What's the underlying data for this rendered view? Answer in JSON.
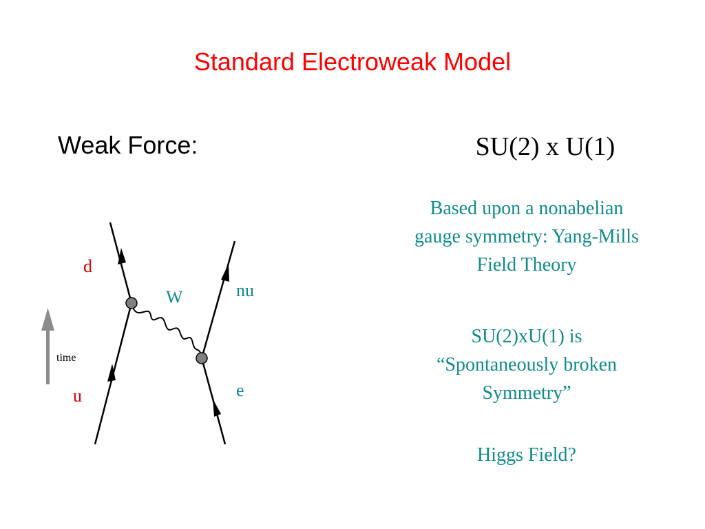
{
  "slide": {
    "title": "Standard Electroweak Model",
    "subtitle": "Weak Force:",
    "group_name": "SU(2) x U(1)",
    "notes": [
      {
        "lines": [
          "Based upon a nonabelian",
          "gauge symmetry: Yang-Mills",
          "Field Theory"
        ]
      },
      {
        "lines": [
          "SU(2)xU(1) is",
          "“Spontaneously broken",
          "Symmetry”"
        ]
      },
      {
        "lines": [
          "Higgs Field?"
        ]
      }
    ]
  },
  "diagram": {
    "labels": {
      "d": "d",
      "u": "u",
      "w": "W",
      "nu": "nu",
      "e": "e",
      "time": "time"
    }
  },
  "colors": {
    "title": "#ff0000",
    "particle_label": "#e00000",
    "note_text": "#0f8a8a",
    "arrow_gray": "#8c8c8c",
    "vertex_gray": "#808080"
  }
}
